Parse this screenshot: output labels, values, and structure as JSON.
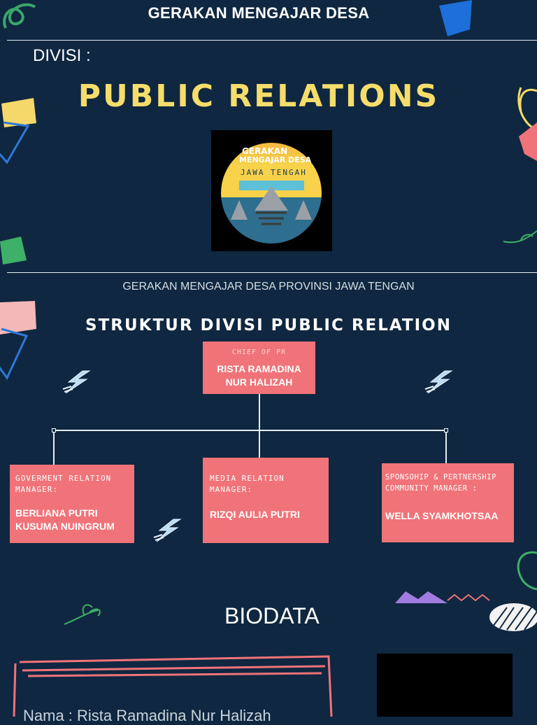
{
  "header": {
    "title": "GERAKAN MENGAJAR DESA"
  },
  "divisi": {
    "label": "DIVISI :",
    "name": "PUBLIC RELATIONS"
  },
  "logo": {
    "line1": "GERAKAN",
    "line2": "MENGAJAR DESA",
    "region": "JAWA TENGAH"
  },
  "subtitle": "GERAKAN MENGAJAR DESA PROVINSI JAWA TENGAN",
  "structure": {
    "title": "STRUKTUR DIVISI PUBLIC RELATION",
    "chief": {
      "role": "CHIEF OF PR",
      "name_line1": "RISTA RAMADINA",
      "name_line2": "NUR HALIZAH"
    },
    "government": {
      "role_line1": "GOVERMENT RELATION",
      "role_line2": "MANAGER:",
      "name_line1": "BERLIANA PUTRI",
      "name_line2": "KUSUMA NUINGRUM"
    },
    "media": {
      "role_line1": "MEDIA RELATION",
      "role_line2": "MANAGER:",
      "name": "RIZQI AULIA PUTRI"
    },
    "sponsorship": {
      "role_line1": "SPONSOHIP & PERTNERSHIP",
      "role_line2": "COMMUNITY MANAGER :",
      "name": "WELLA SYAMKHOTSAA"
    }
  },
  "biodata": {
    "title": "BIODATA",
    "name_row": "Nama   : Rista Ramadina Nur Halizah"
  },
  "colors": {
    "background": "#0f2740",
    "box": "#f07379",
    "title_yellow": "#f6dd6b"
  }
}
